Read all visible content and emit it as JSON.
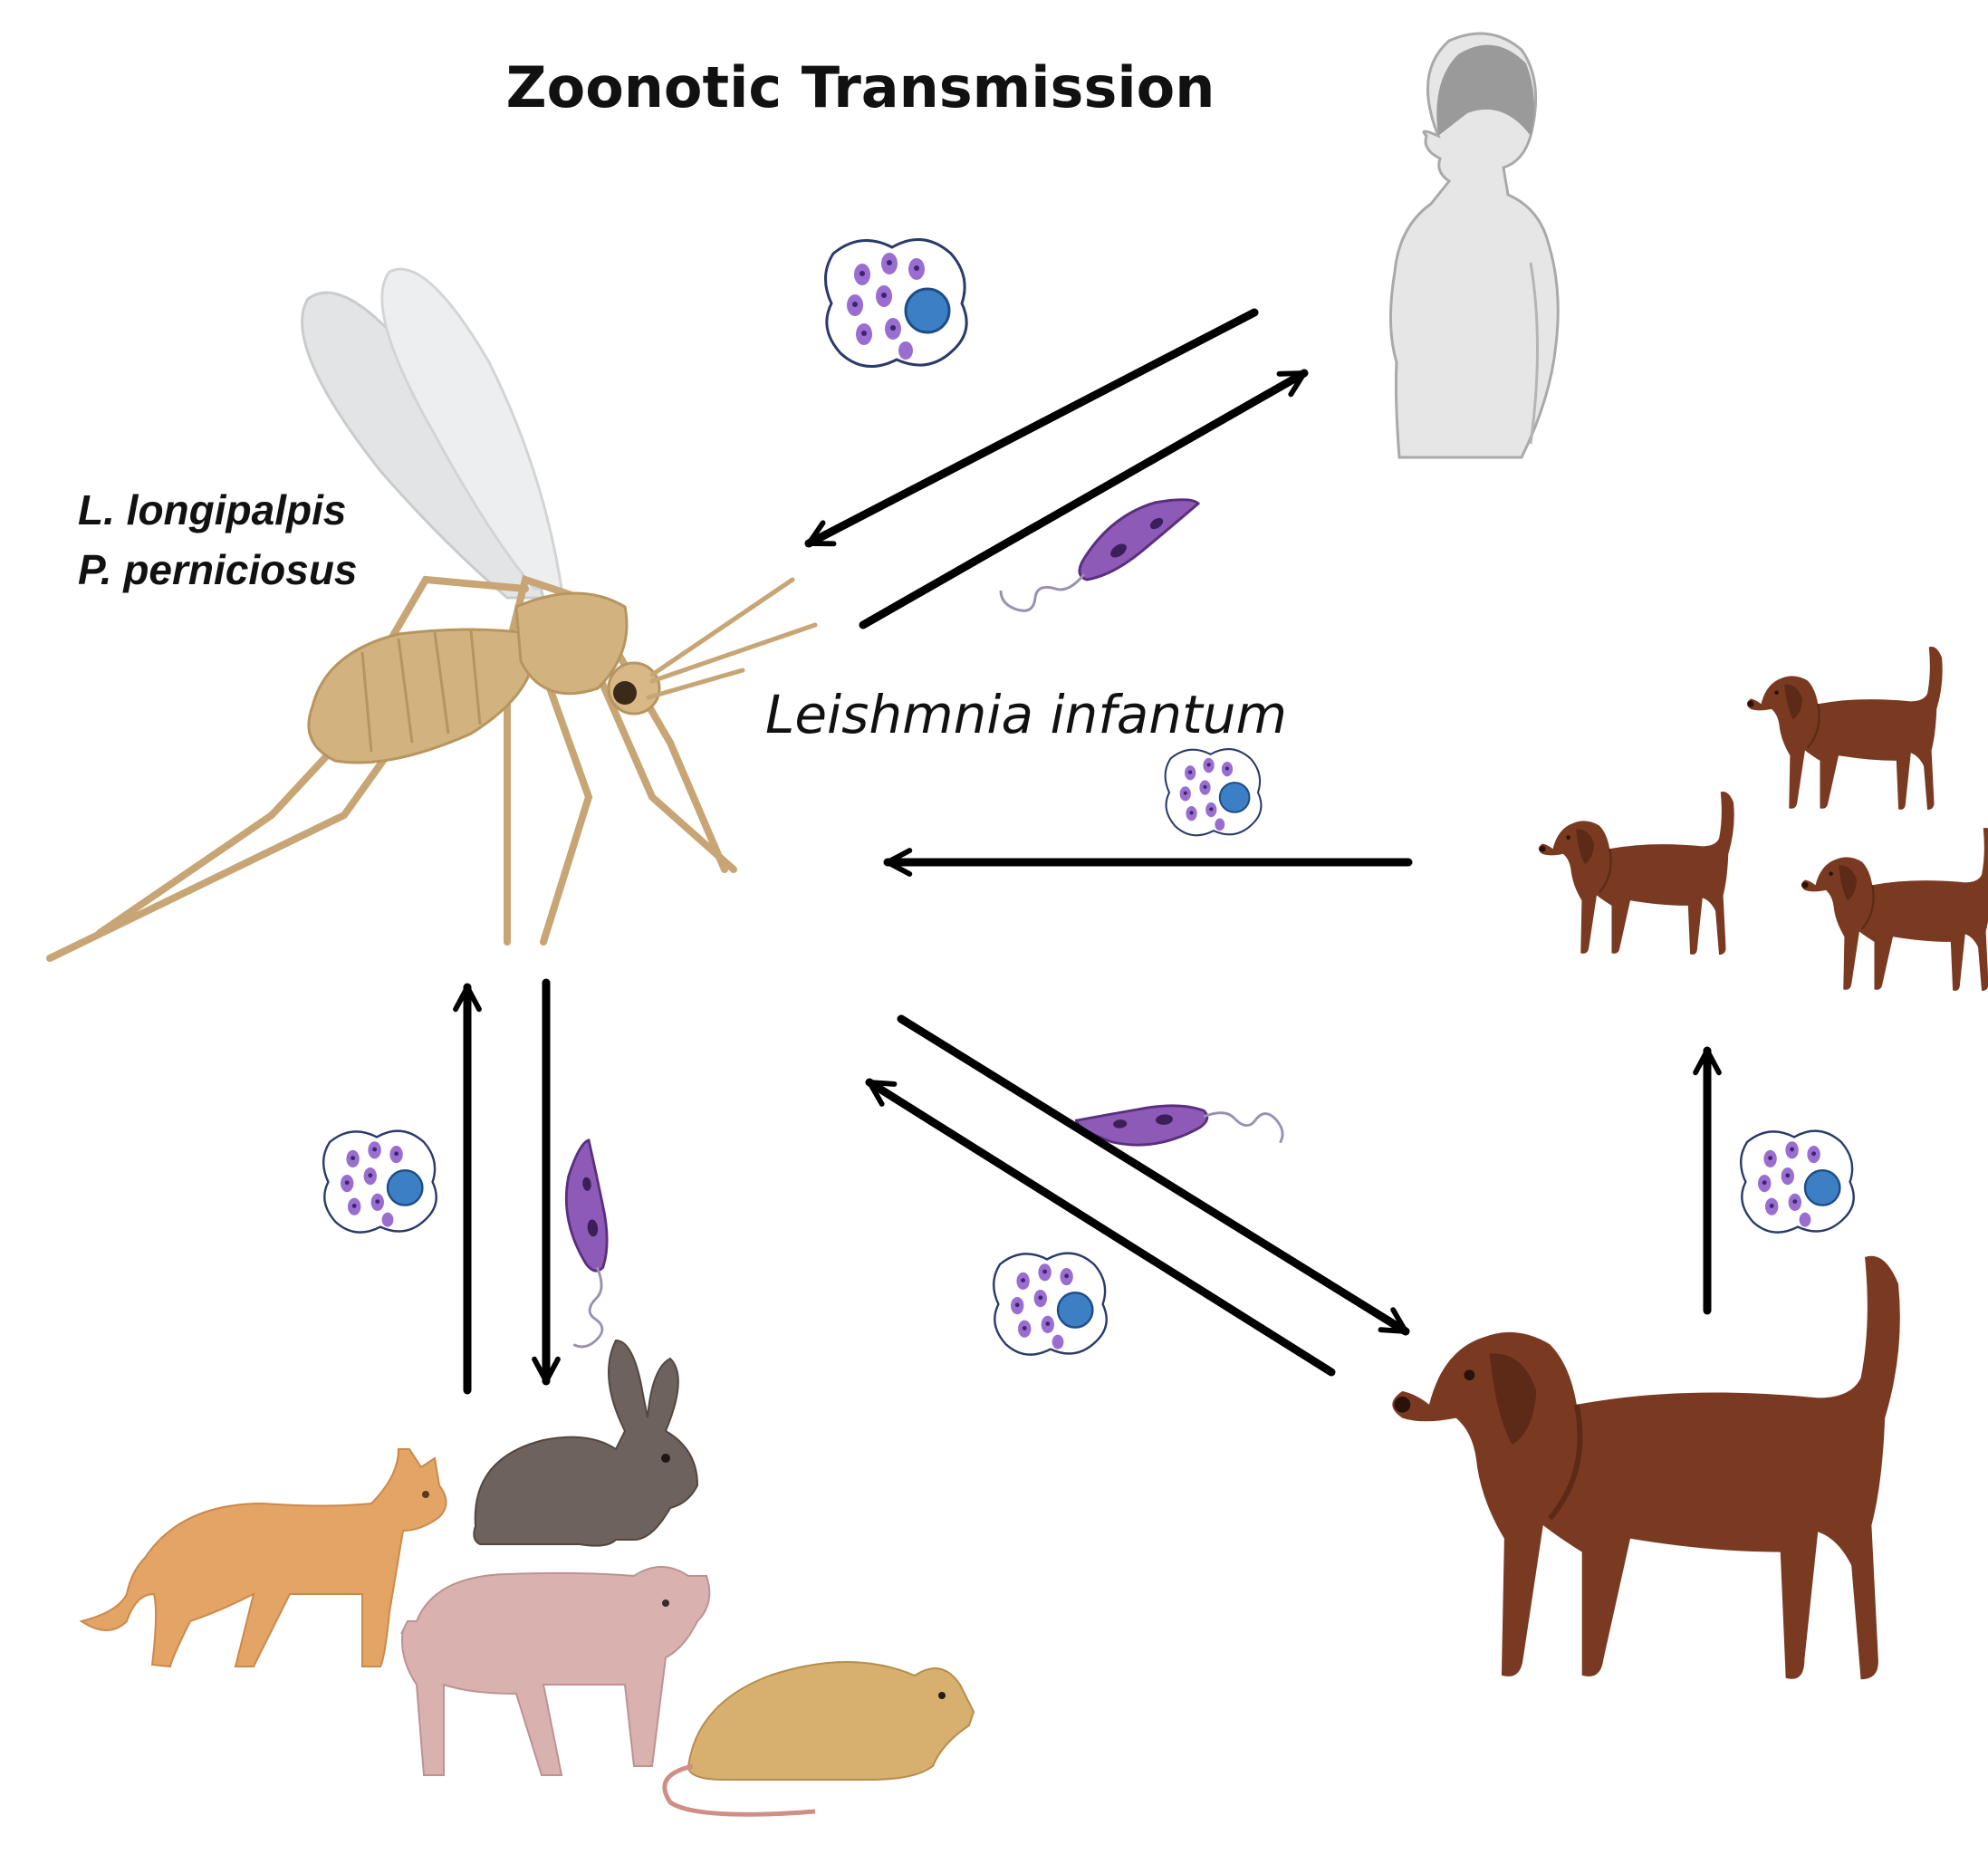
{
  "title": "Zoonotic Transmission",
  "vectors": [
    "L. longipalpis",
    "P. perniciosus"
  ],
  "parasite": "Leishmnia infantum",
  "colors": {
    "sandfly_body": "#d2b27e",
    "sandfly_wing": "#e4e6e8",
    "human": "#e6e6e6",
    "dog": "#7a3a22",
    "cat": "#e3a466",
    "rabbit": "#6d625d",
    "pig": "#d9b2b0",
    "rat": "#d7b070",
    "promastigote": "#8e5ab8",
    "amastigote_nucleus": "#3d7fc4",
    "arrow": "#000000"
  },
  "icons": [
    "sandfly-icon",
    "human-icon",
    "dog-icon",
    "cat-icon",
    "rabbit-icon",
    "pig-icon",
    "rat-icon",
    "amastigote-icon",
    "promastigote-icon"
  ]
}
